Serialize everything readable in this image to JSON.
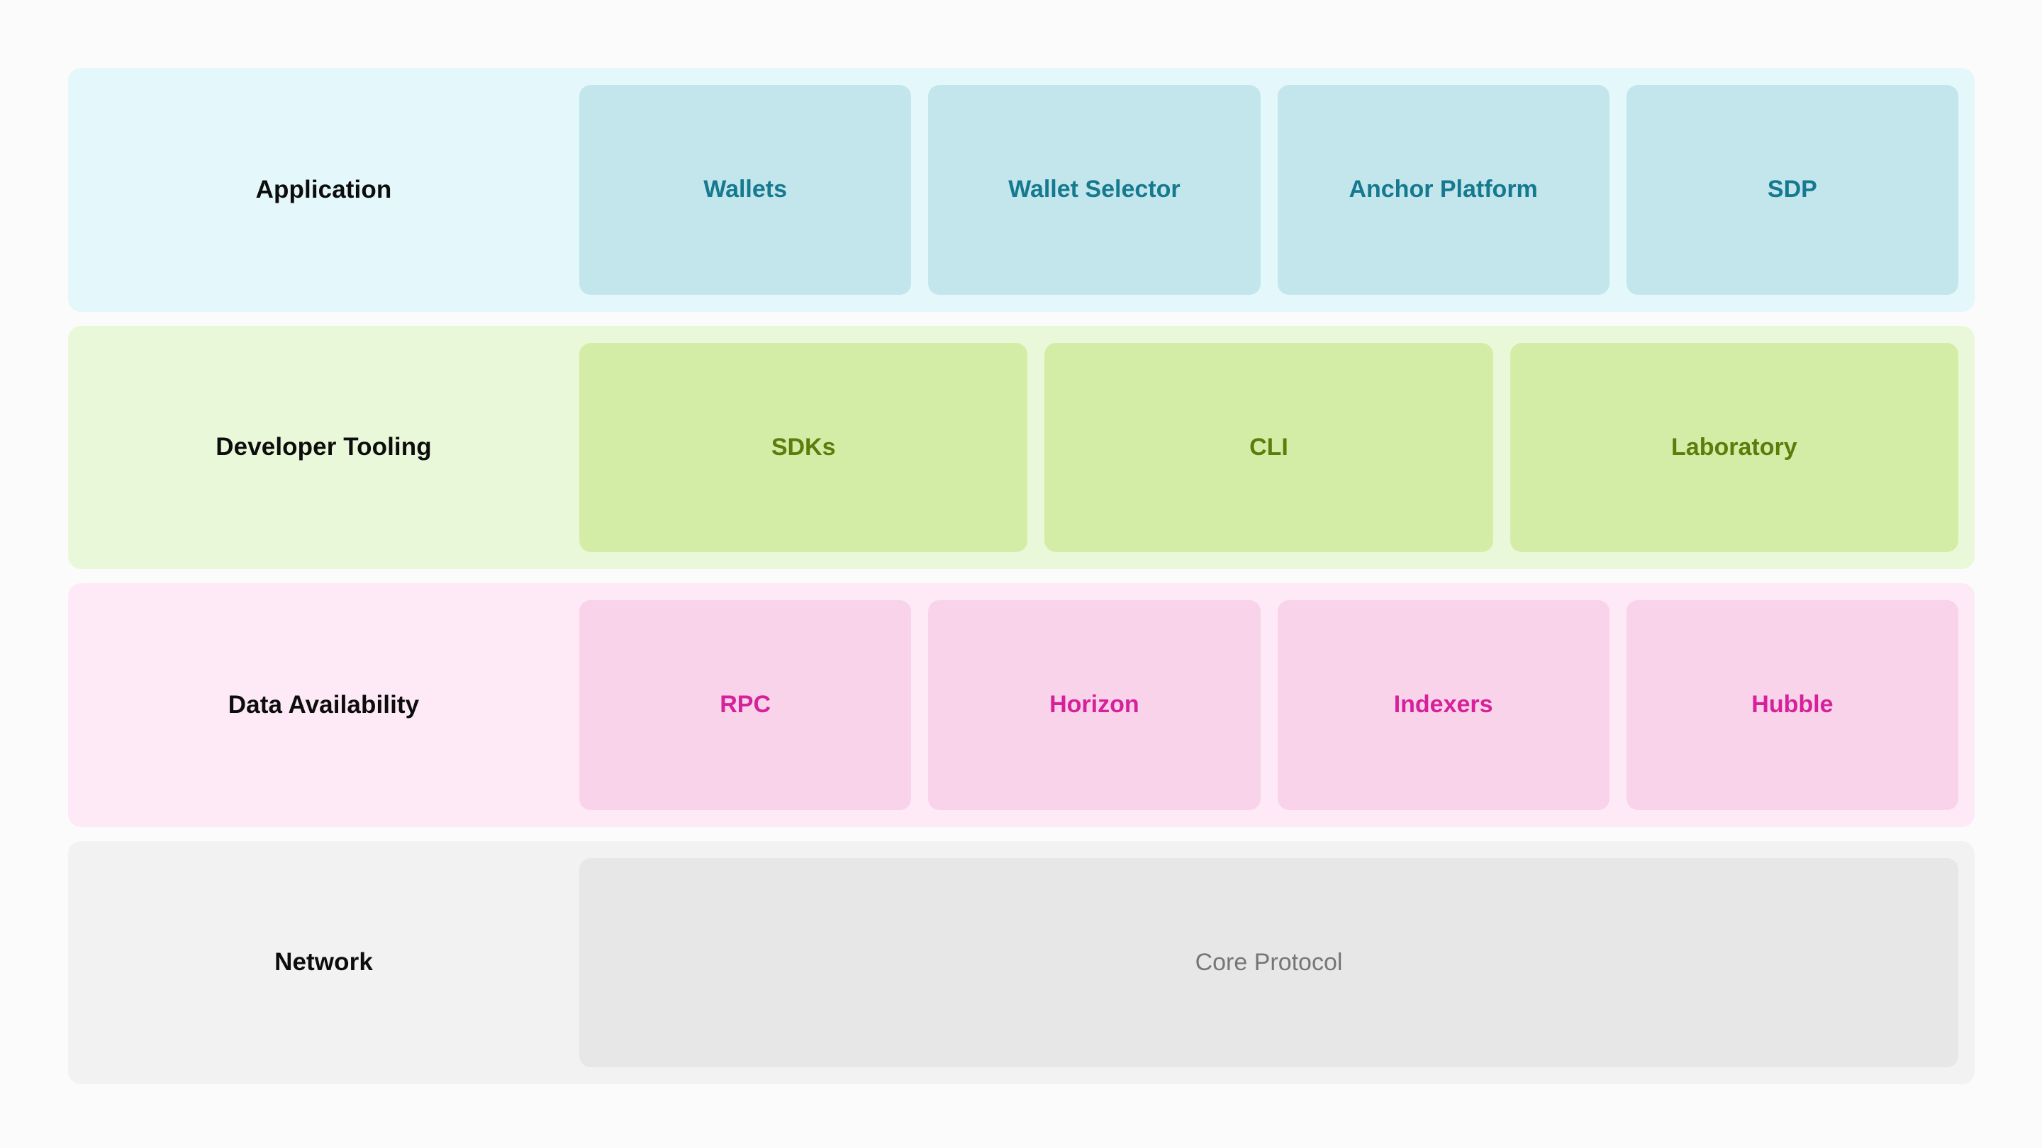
{
  "diagram": {
    "background_color": "#fbfbfb",
    "layers": [
      {
        "id": "application",
        "label": "Application",
        "band_color": "#e4f7fb",
        "card_color": "#c3e6ec",
        "text_color": "#15798f",
        "cards": [
          {
            "label": "Wallets"
          },
          {
            "label": "Wallet Selector"
          },
          {
            "label": "Anchor Platform"
          },
          {
            "label": "SDP"
          }
        ]
      },
      {
        "id": "developer-tooling",
        "label": "Developer Tooling",
        "band_color": "#eaf8da",
        "card_color": "#d4eda6",
        "text_color": "#5d7c0b",
        "cards": [
          {
            "label": "SDKs"
          },
          {
            "label": "CLI"
          },
          {
            "label": "Laboratory"
          }
        ]
      },
      {
        "id": "data-availability",
        "label": "Data Availability",
        "band_color": "#fdeaf6",
        "card_color": "#f8d3ea",
        "text_color": "#d6219a",
        "cards": [
          {
            "label": "RPC"
          },
          {
            "label": "Horizon"
          },
          {
            "label": "Indexers"
          },
          {
            "label": "Hubble"
          }
        ]
      },
      {
        "id": "network",
        "label": "Network",
        "band_color": "#f2f2f2",
        "card_color": "#e7e7e7",
        "text_color": "#767676",
        "cards": [
          {
            "label": "Core Protocol"
          }
        ]
      }
    ]
  }
}
